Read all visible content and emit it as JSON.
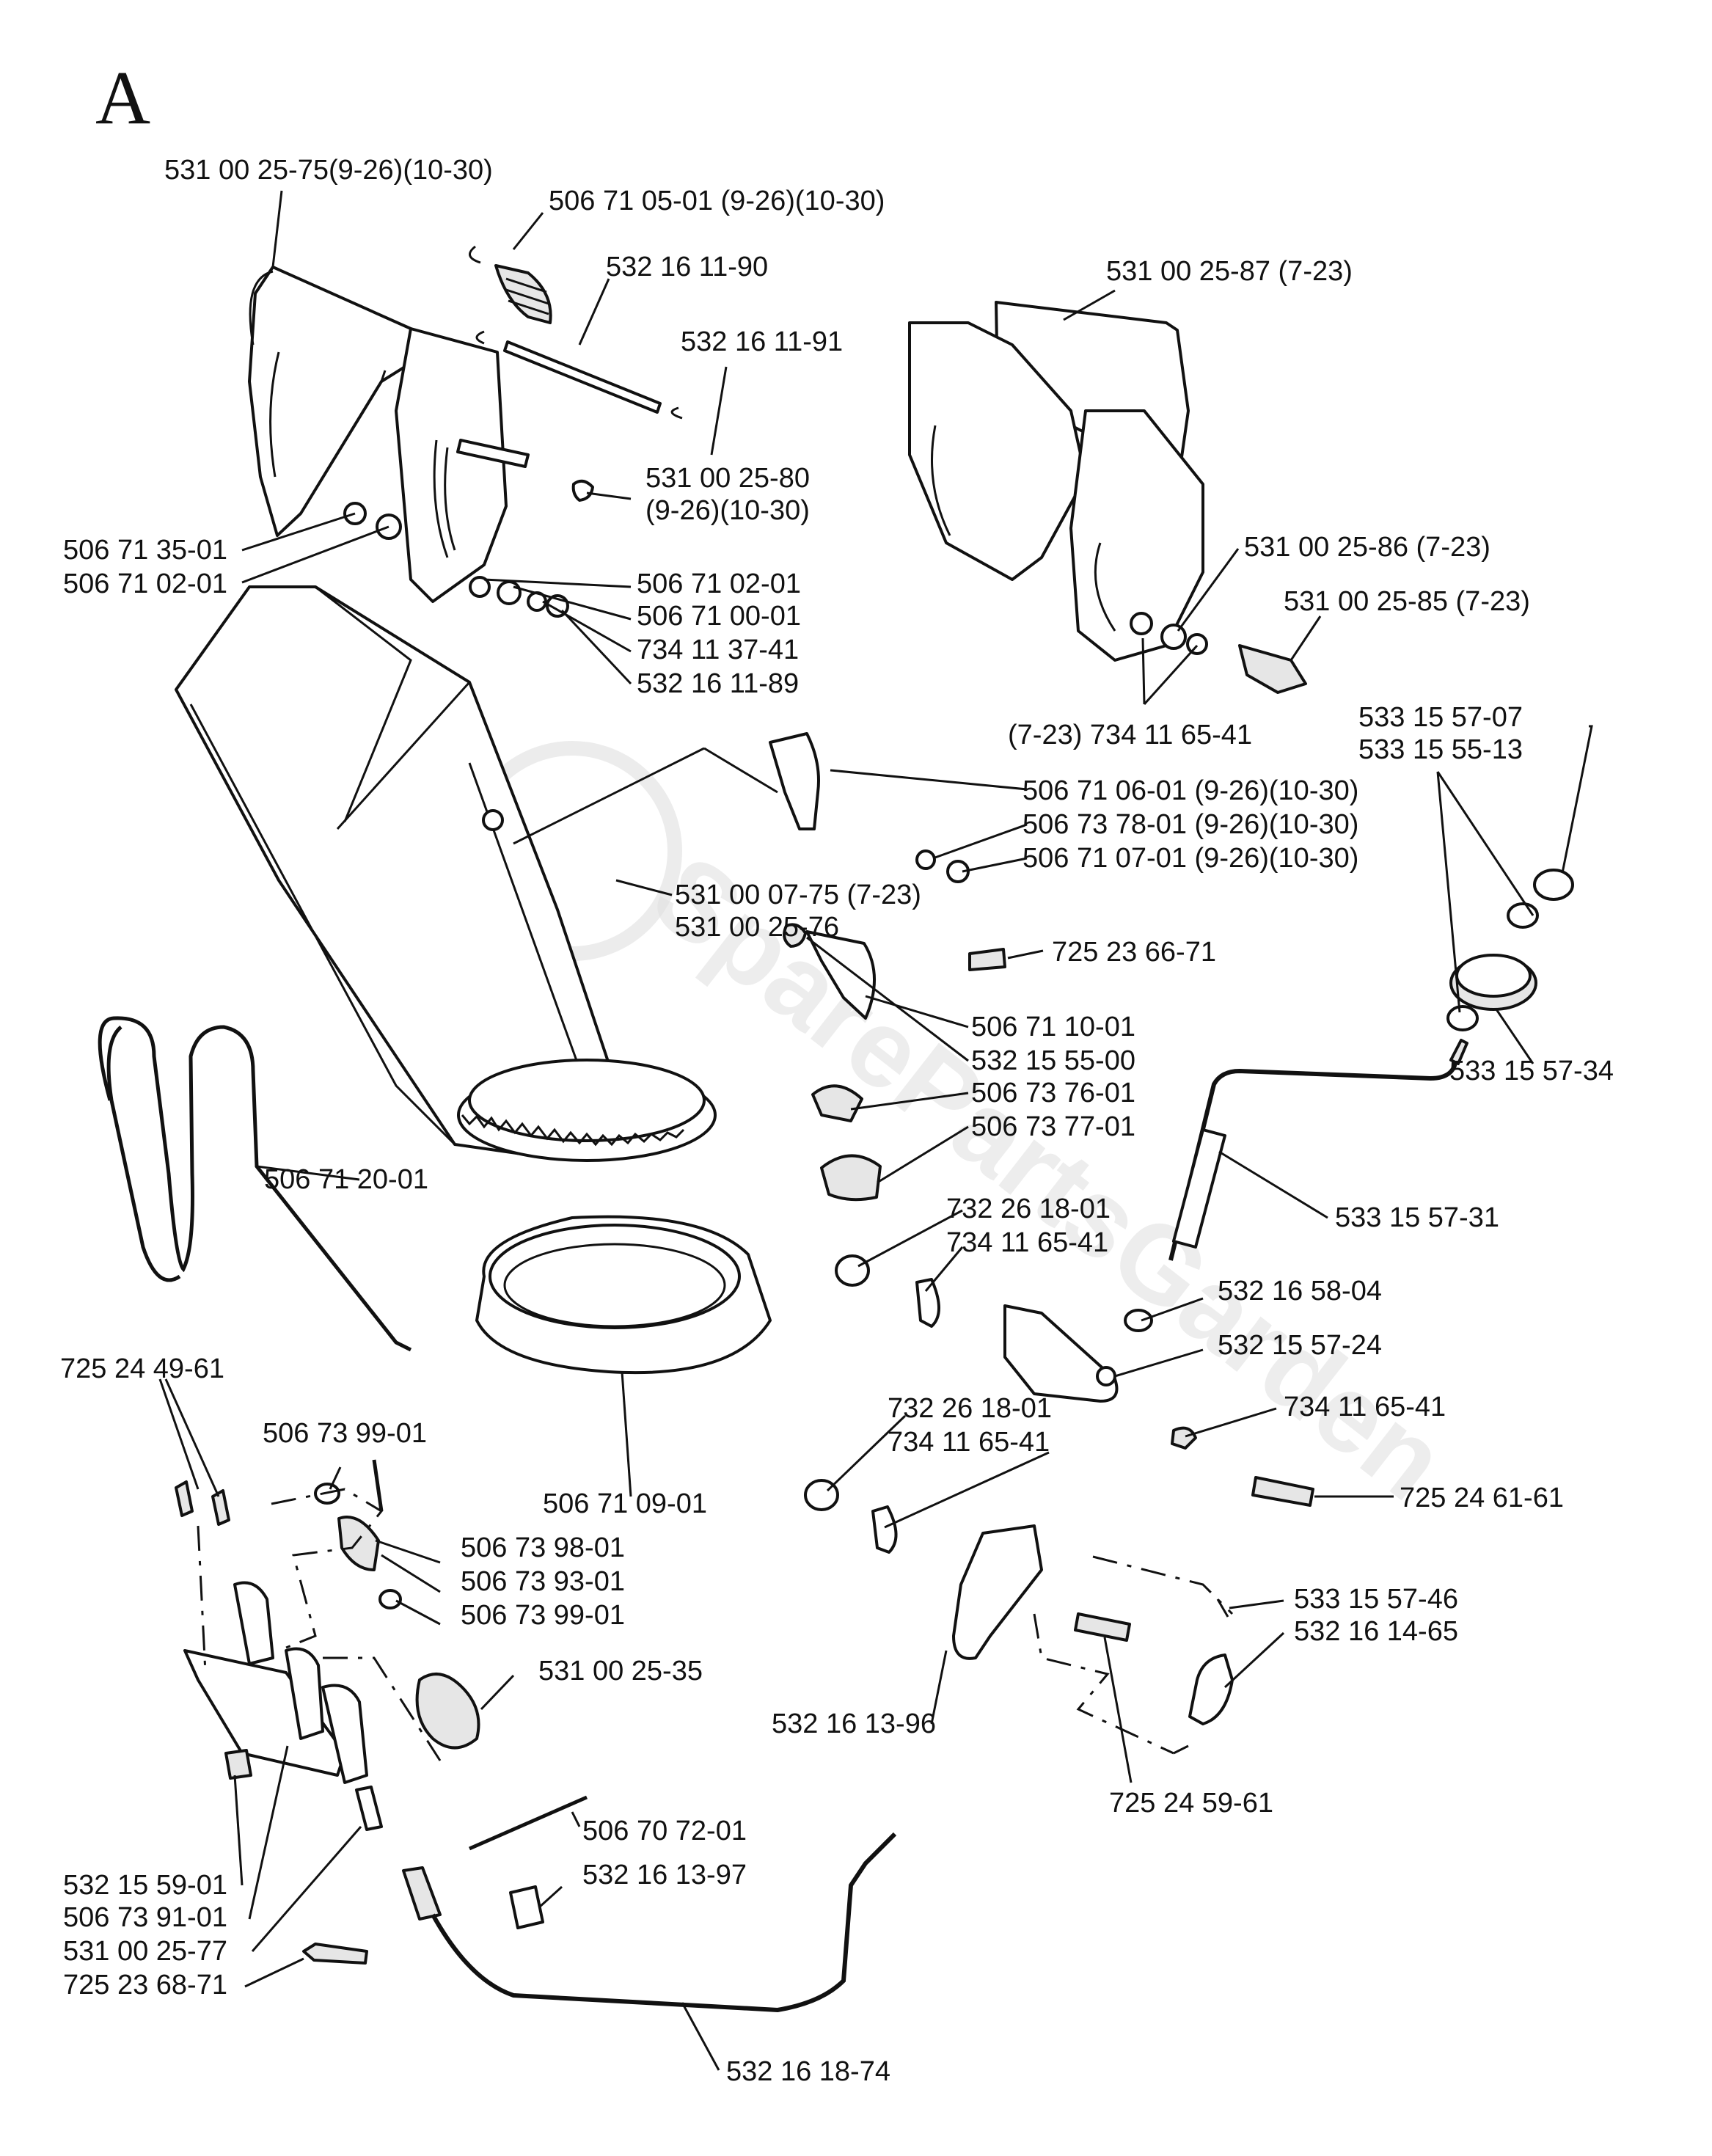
{
  "section_letter": "A",
  "parts": [
    "531 00 25-75(9-26)(10-30)",
    "506 71 05-01 (9-26)(10-30)",
    "532 16 11-90",
    "532 16 11-91",
    "531 00 25-80",
    "(9-26)(10-30)",
    "506 71 35-01",
    "506 71 02-01",
    "506 71 02-01",
    "506 71 00-01",
    "734 11 37-41",
    "532 16 11-89",
    "531 00 25-87 (7-23)",
    "531 00 25-86 (7-23)",
    "531 00 25-85 (7-23)",
    "(7-23) 734 11 65-41",
    "533 15 57-07",
    "533 15 55-13",
    "506 71 06-01 (9-26)(10-30)",
    "506 73 78-01 (9-26)(10-30)",
    "506 71 07-01 (9-26)(10-30)",
    "531 00 07-75 (7-23)",
    "531 00 25-76",
    "725 23 66-71",
    "506 71 10-01",
    "532 15 55-00",
    "506 73 76-01",
    "506 73 77-01",
    "533  15 57-34",
    "506 71 20-01",
    "533 15 57-31",
    "732 26 18-01",
    "734 11 65-41",
    "532 16 58-04",
    "532 15 57-24",
    "734 11 65-41",
    "725 24 49-61",
    "506 73 99-01",
    "506 71 09-01",
    "732 26 18-01",
    "734 11 65-41",
    "725 24 61-61",
    "506 73 98-01",
    "506 73 93-01",
    "506 73 99-01",
    "533 15 57-46",
    "532 16 14-65",
    "531 00 25-35",
    "532 16 13-96",
    "725 24 59-61",
    "506 70 72-01",
    "532 16 13-97",
    "532 15 59-01",
    "506 73 91-01",
    "531 00 25-77",
    "725 23 68-71",
    "532 16 18-74"
  ]
}
